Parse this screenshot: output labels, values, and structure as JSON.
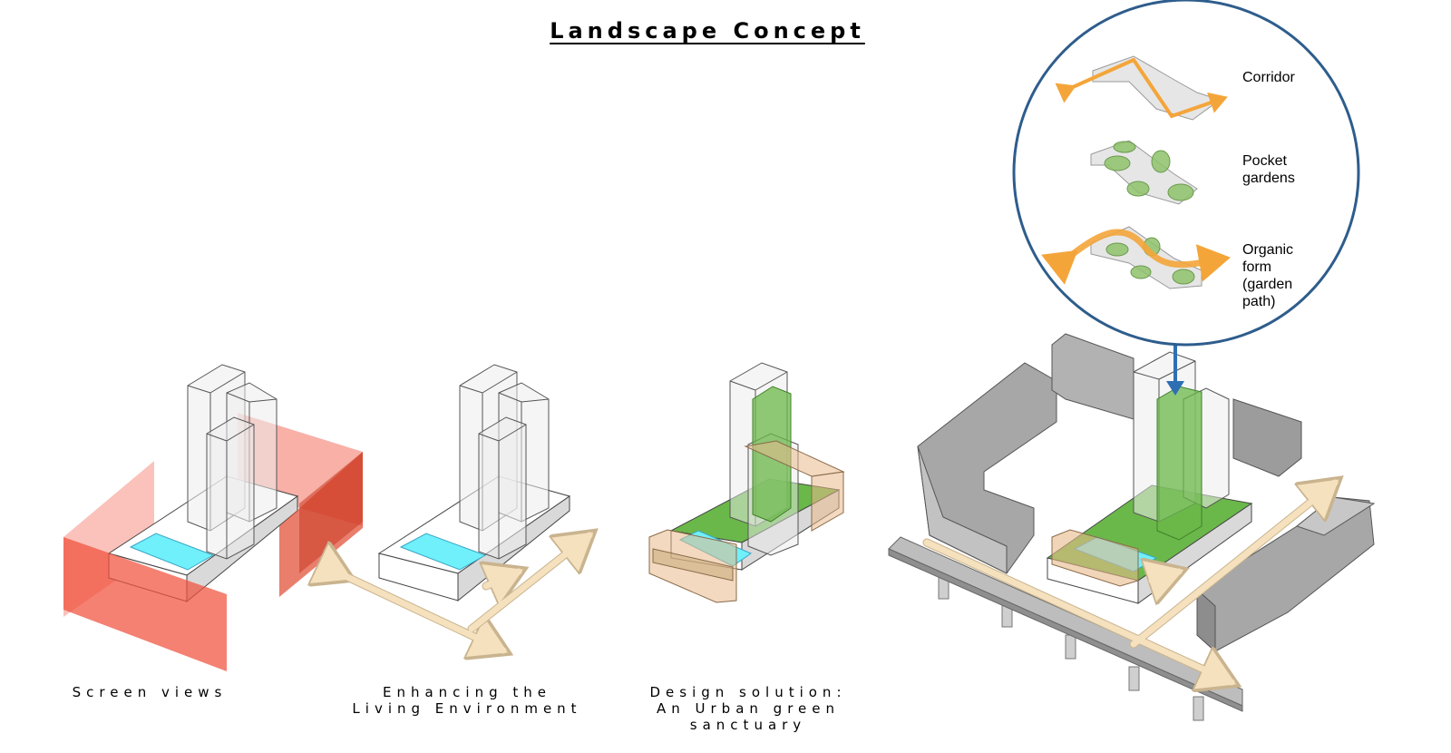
{
  "page": {
    "title": "Landscape Concept"
  },
  "captions": [
    {
      "lines": [
        "Screen views"
      ]
    },
    {
      "lines": [
        "Enhancing the",
        "Living Environment"
      ]
    },
    {
      "lines": [
        "Design solution:",
        "An Urban green",
        "sanctuary"
      ]
    }
  ],
  "legend": {
    "corridor": [
      "Corridor"
    ],
    "pocket_gardens": [
      "Pocket",
      "gardens"
    ],
    "organic_form": [
      "Organic",
      "form",
      "(garden",
      "path)"
    ]
  },
  "colors": {
    "screen_red": "#f0503c",
    "pool_cyan": "#6ff0fb",
    "green": "#6bb84a",
    "path_orange": "#f4a53a",
    "arrow_cream": "#f5e1bd",
    "circle_blue": "#2e5d8c",
    "building_grey": "#a7a7a7"
  }
}
